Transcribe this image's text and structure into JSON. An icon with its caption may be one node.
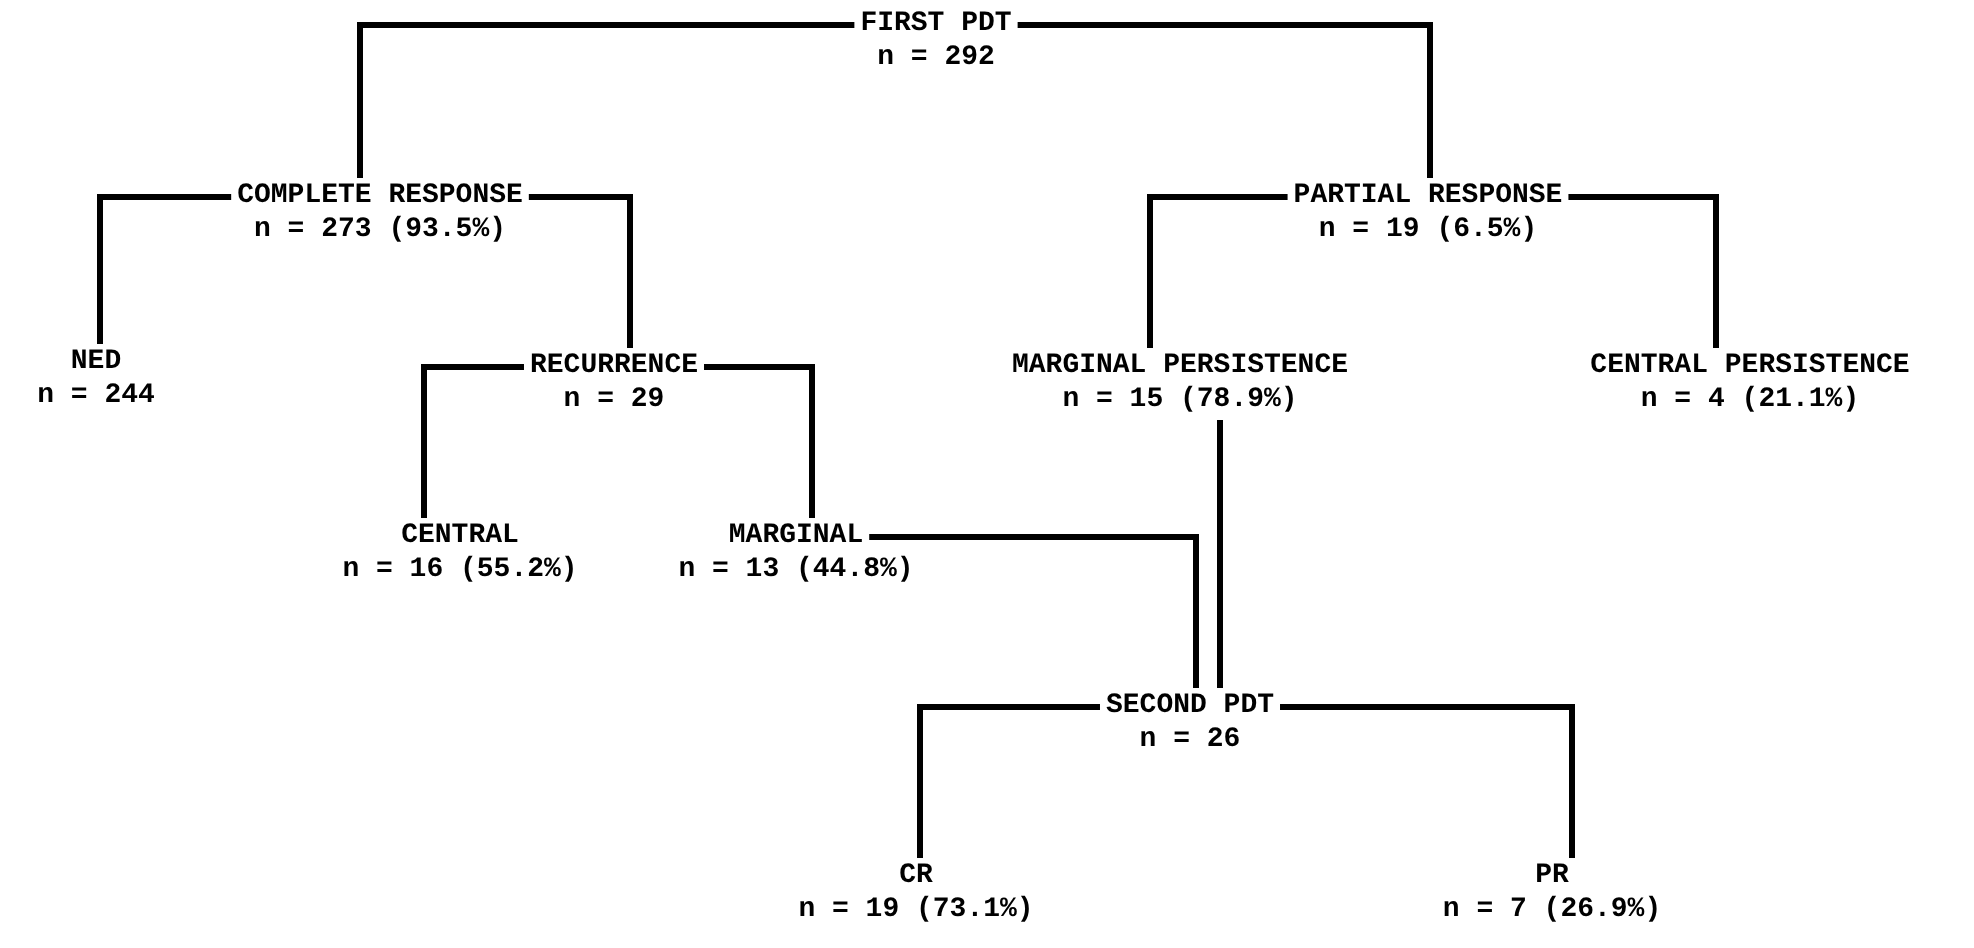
{
  "diagram": {
    "nodes": [
      {
        "text": [
          "FIRST PDT",
          "n = 292"
        ]
      },
      {
        "text": [
          "COMPLETE RESPONSE",
          "n = 273 (93.5%)"
        ]
      },
      {
        "text": [
          "PARTIAL RESPONSE",
          "n = 19 (6.5%)"
        ]
      },
      {
        "text": [
          "NED",
          "n = 244"
        ]
      },
      {
        "text": [
          "RECURRENCE",
          "n = 29"
        ]
      },
      {
        "text": [
          "MARGINAL PERSISTENCE",
          "n = 15 (78.9%)"
        ]
      },
      {
        "text": [
          "CENTRAL PERSISTENCE",
          "n = 4 (21.1%)"
        ]
      },
      {
        "text": [
          "CENTRAL",
          "n = 16 (55.2%)"
        ]
      },
      {
        "text": [
          "MARGINAL",
          "n = 13 (44.8%)"
        ]
      },
      {
        "text": [
          "SECOND PDT",
          "n = 26"
        ]
      },
      {
        "text": [
          "CR",
          "n = 19 (73.1%)"
        ]
      },
      {
        "text": [
          "PR",
          "n = 7 (26.9%)"
        ]
      }
    ],
    "edges": [
      {
        "from": 0,
        "to": 1,
        "arrow": "none"
      },
      {
        "from": 0,
        "to": 2,
        "arrow": "none"
      },
      {
        "from": 1,
        "to": 3,
        "arrow": "none"
      },
      {
        "from": 1,
        "to": 4,
        "arrow": "none"
      },
      {
        "from": 2,
        "to": 5,
        "arrow": "none"
      },
      {
        "from": 2,
        "to": 6,
        "arrow": "none"
      },
      {
        "from": 4,
        "to": 7,
        "arrow": "none"
      },
      {
        "from": 4,
        "to": 8,
        "arrow": "none"
      },
      {
        "from": 8,
        "to": 9,
        "arrow": "none"
      },
      {
        "from": 5,
        "to": 9,
        "arrow": "none"
      },
      {
        "from": 9,
        "to": 10,
        "arrow": "none"
      },
      {
        "from": 9,
        "to": 11,
        "arrow": "none"
      }
    ]
  }
}
